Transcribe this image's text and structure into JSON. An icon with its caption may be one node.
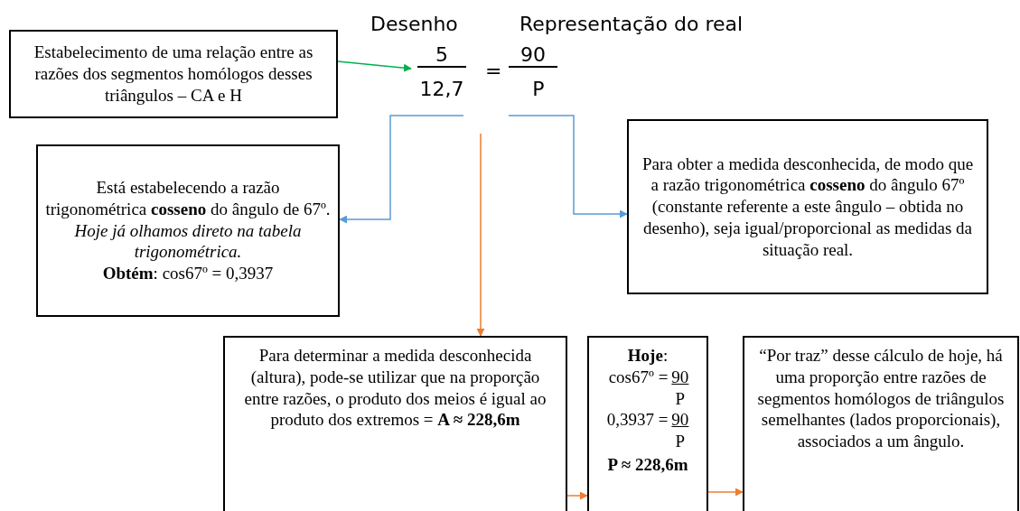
{
  "diagram": {
    "nodes": [
      {
        "text": [
          "Estabelecimento de uma relação entre as razões dos segmentos homólogos desses triângulos – CA e H"
        ]
      },
      {
        "text": [
          "5",
          "12,7",
          "=",
          "90",
          "P"
        ]
      },
      {
        "text": [
          "Está estabelecendo a razão trigonométrica **cosseno** do ângulo de 67º.",
          "Hoje já olhamos direto na tabela trigonométrica.",
          "**Obtém**: cos67º = 0,3937"
        ]
      },
      {
        "text": [
          "Para obter a medida desconhecida, de modo que a razão trigonométrica **cosseno** do ângulo 67º (constante referente a este ângulo – obtida no desenho), seja igual/proporcional as medidas da situação real."
        ]
      },
      {
        "text": [
          "Para determinar a medida desconhecida (altura), pode-se utilizar que na proporção entre razões, o produto dos meios é igual ao produto dos extremos = **A ≈ 228,6m**"
        ]
      },
      {
        "text": [
          "**Hoje**:",
          "cos67º =",
          "90",
          "P",
          "0,3937 =",
          "90",
          "P",
          "P ≈ 228,6m"
        ]
      },
      {
        "text": [
          "“Por traz” desse cálculo de hoje, há uma proporção entre razões de segmentos homólogos de triângulos semelhantes (lados proporcionais), associados a um ângulo."
        ]
      }
    ],
    "edges": [
      {
        "from": 0,
        "to": 1,
        "arrow": "to",
        "color": "#00b050"
      },
      {
        "from": 1,
        "to": 2,
        "arrow": "to",
        "color": "#5b9bd5"
      },
      {
        "from": 1,
        "to": 3,
        "arrow": "to",
        "color": "#5b9bd5"
      },
      {
        "from": 1,
        "to": 4,
        "arrow": "to"
      },
      {
        "from": 4,
        "to": 5,
        "arrow": "to"
      },
      {
        "from": 5,
        "to": 6,
        "arrow": "to"
      }
    ],
    "labels": [
      "Desenho",
      "Representação do real"
    ]
  }
}
